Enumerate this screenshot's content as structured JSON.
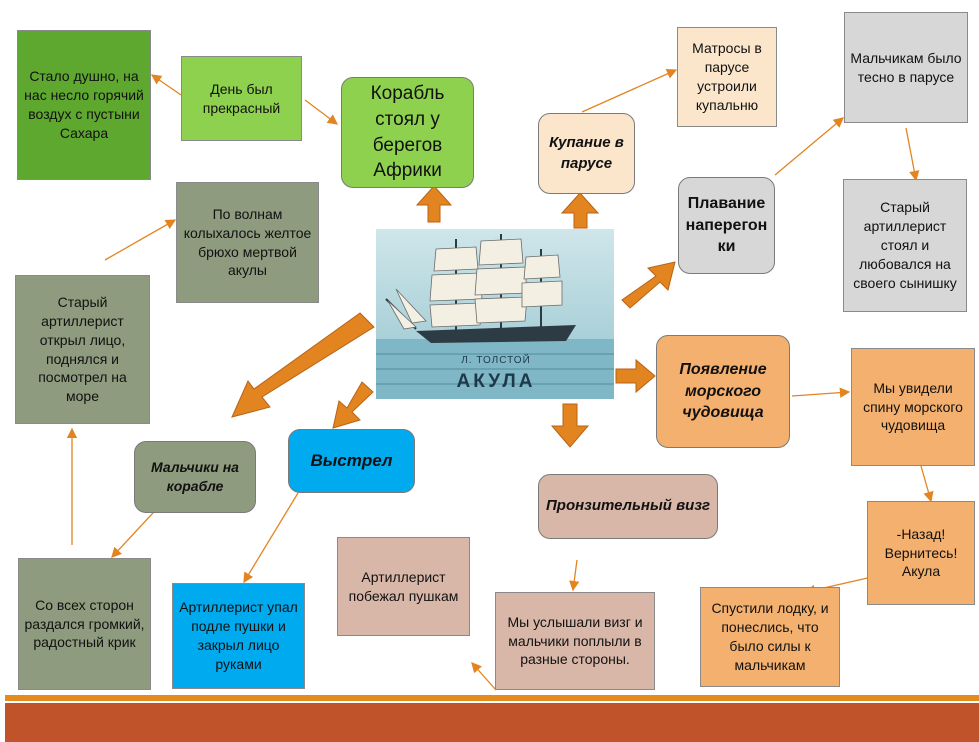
{
  "colors": {
    "green_light": "#8ed14e",
    "green_dark": "#5fa82f",
    "gray_green": "#8e9b7e",
    "gray": "#d7d7d7",
    "peach": "#fbe6cc",
    "orange": "#f4b06e",
    "blue": "#00aaee",
    "pink": "#d9b7a8",
    "arrow": "#e28420",
    "footer": "#c0532a"
  },
  "center": {
    "author": "Л. ТОЛСТОЙ",
    "title": "АКУЛА"
  },
  "nodes": {
    "korabl": "Корабль стоял у берегов Африки",
    "den": "День был прекрасный",
    "dushno": "Стало душно, на нас несло горячий воздух с пустыни Сахара",
    "kupanie": "Купание в парусе",
    "matrosy": "Матросы в парусе устроили купальню",
    "plavanie": "Плавание наперегонки",
    "tesno": "Мальчикам было тесно в парусе",
    "lyubovalsya": "Старый артиллерист стоял и любовался на своего сынишку",
    "poyavlenie": "Появление морского чудовища",
    "spinu": "Мы увидели спину морского чудовища",
    "nazad": "-Назад! Вернитесь! Акула",
    "lodku": "Спустили лодку, и понеслись, что было силы к мальчикам",
    "vizg": "Пронзительный визг",
    "uslyshali": "Мы услышали визг и мальчики поплыли в разные стороны.",
    "pobezhal": "Артиллерист побежал пушкам",
    "vystrel": "Выстрел",
    "upal": "Артиллерист упал подле пушки и закрыл лицо руками",
    "malchiki": "Мальчики на корабле",
    "krik": "Со всех сторон раздался громкий, радостный крик",
    "otkryl": "Старый артиллерист открыл лицо, поднялся и посмотрел на море",
    "bryukho": "По волнам колыхалось желтое брюхо мертвой акулы"
  }
}
